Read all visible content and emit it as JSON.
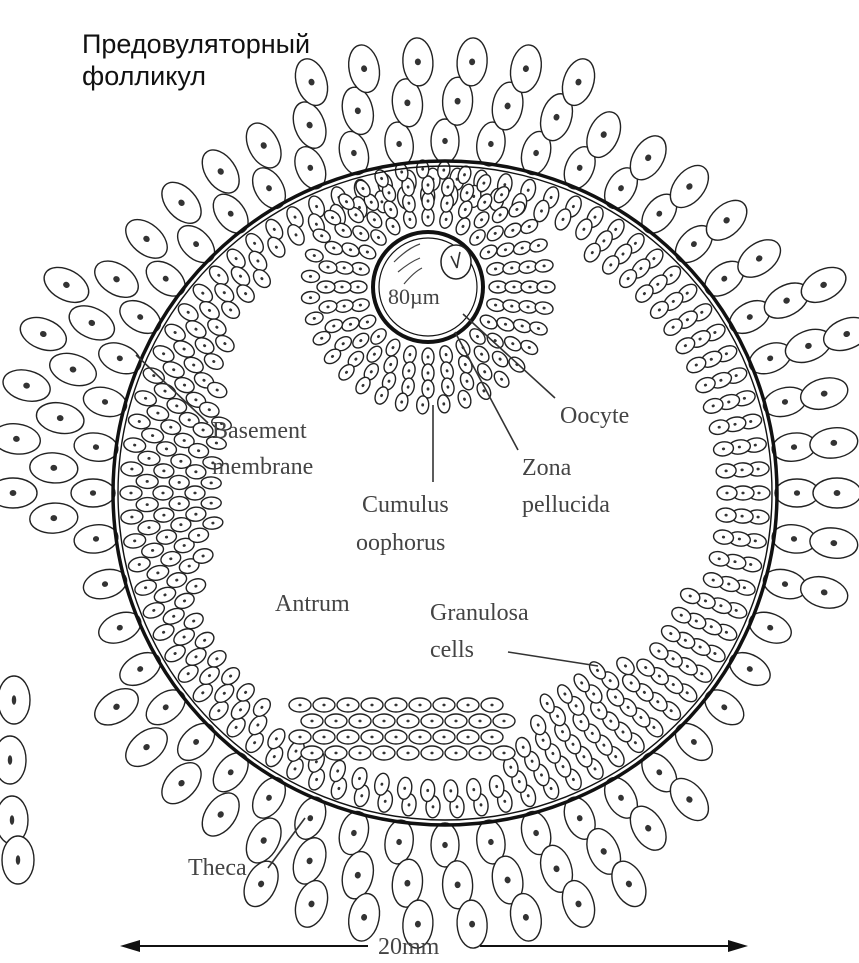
{
  "title": {
    "line1": "Предовуляторный",
    "line2": "фолликул"
  },
  "labels": {
    "oocyte_size": "80µm",
    "oocyte": "Oocyte",
    "zona_1": "Zona",
    "zona_2": "pellucida",
    "cumulus_1": "Cumulus",
    "cumulus_2": "oophorus",
    "basement_1": "Basement",
    "basement_2": "membrane",
    "antrum": "Antrum",
    "granulosa_1": "Granulosa",
    "granulosa_2": "cells",
    "theca": "Theca",
    "scale": "20mm"
  },
  "colors": {
    "ink": "#222222",
    "label": "#444444",
    "background": "#ffffff"
  }
}
